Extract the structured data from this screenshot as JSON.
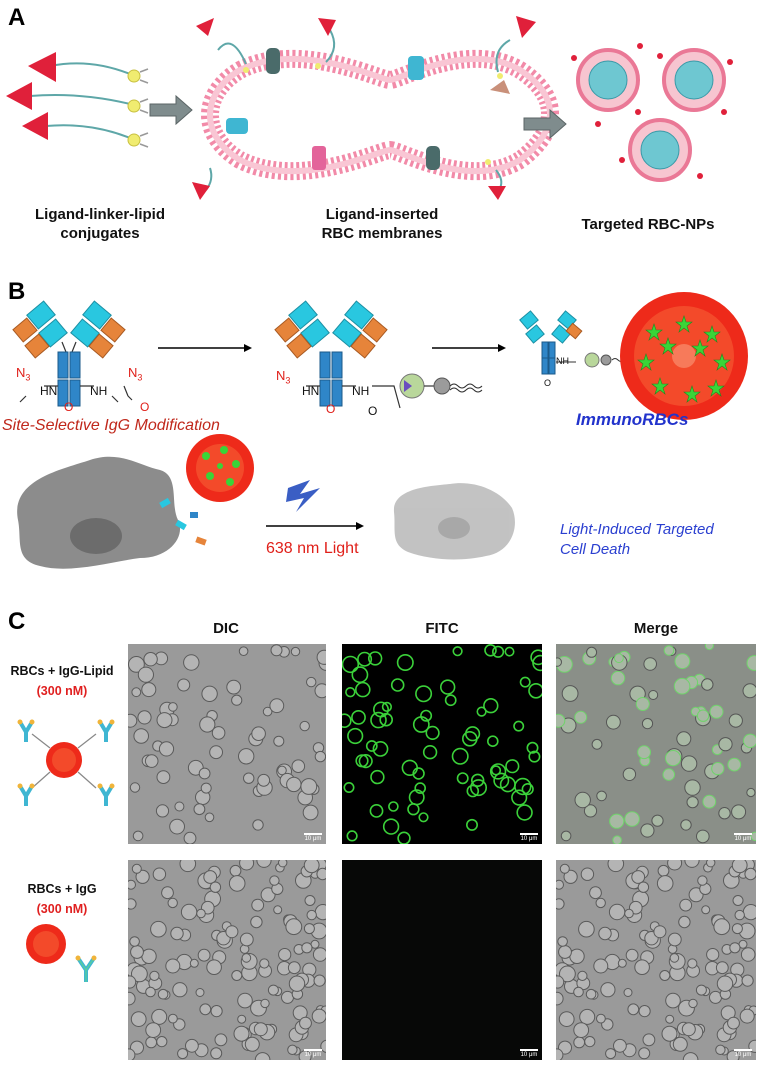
{
  "panel_a": {
    "letter": "A",
    "captions": [
      "Ligand-linker-lipid conjugates",
      "Ligand-inserted RBC membranes",
      "Targeted RBC-NPs"
    ],
    "caption_lines": [
      [
        "Ligand-linker-lipid",
        "conjugates"
      ],
      [
        "Ligand-inserted",
        "RBC membranes"
      ],
      [
        "Targeted RBC-NPs"
      ]
    ]
  },
  "panel_b": {
    "letter": "B",
    "site_selective": "Site-Selective IgG Modification",
    "immuno": "ImmunoRBCs",
    "light": "638 nm Light",
    "outcome_lines": [
      "Light-Induced Targeted",
      "Cell Death"
    ],
    "chem": {
      "n3": "N",
      "n3_sub": "3",
      "hn": "HN",
      "nh": "NH",
      "o": "O"
    }
  },
  "panel_c": {
    "letter": "C",
    "columns": [
      "DIC",
      "FITC",
      "Merge"
    ],
    "rows": [
      {
        "label": "RBCs + IgG-Lipid",
        "conc": "(300 nM)"
      },
      {
        "label": "RBCs + IgG",
        "conc": "(300 nM)"
      }
    ],
    "scale": "10 μm"
  },
  "colors": {
    "membrane_pink": "#f28aa8",
    "ligand_red": "#e0203a",
    "antibody_cyan": "#29c7e0",
    "antibody_orange": "#e6843a",
    "antibody_blue": "#2f86c8",
    "rbc_red": "#ee2a1a",
    "fitc_green": "#39d23a",
    "caption_blue": "#2233cc",
    "caption_red": "#c0281c"
  }
}
